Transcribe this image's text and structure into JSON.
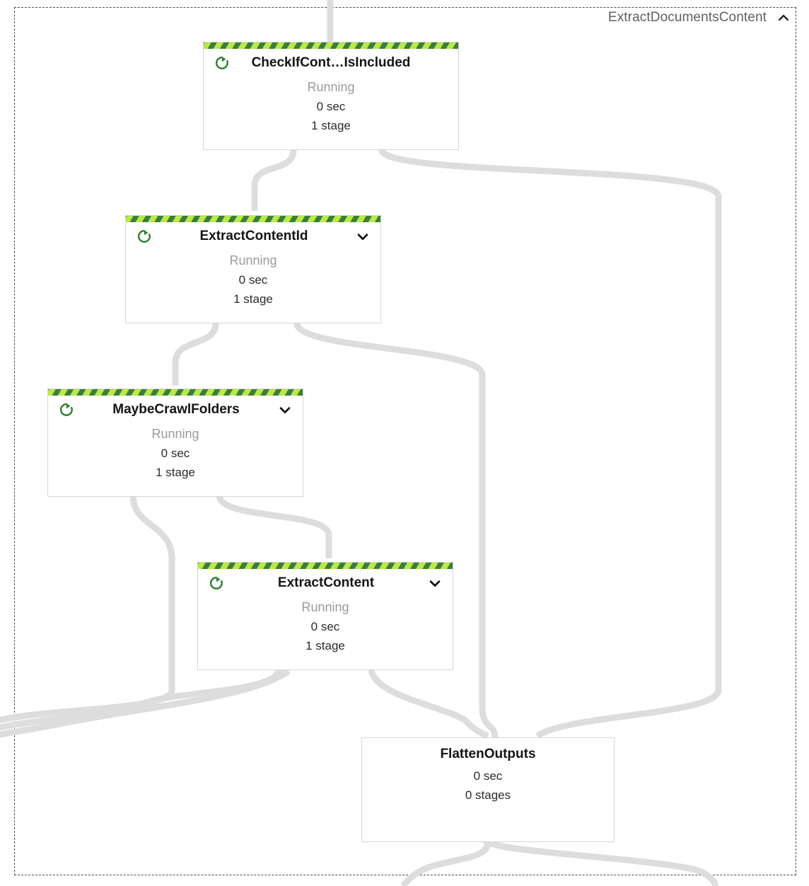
{
  "group": {
    "title": "ExtractDocumentsContent",
    "collapse_icon": "chevron-up-icon"
  },
  "nodes": [
    {
      "id": "check-if-content-is-included",
      "title": "CheckIfCont…IsIncluded",
      "status": "Running",
      "duration": "0 sec",
      "stages": "1 stage",
      "icon": "running-circle-arrow-icon",
      "has_chevron": false,
      "has_stripe": true
    },
    {
      "id": "extract-content-id",
      "title": "ExtractContentId",
      "status": "Running",
      "duration": "0 sec",
      "stages": "1 stage",
      "icon": "running-circle-arrow-icon",
      "has_chevron": true,
      "has_stripe": true
    },
    {
      "id": "maybe-crawl-folders",
      "title": "MaybeCrawlFolders",
      "status": "Running",
      "duration": "0 sec",
      "stages": "1 stage",
      "icon": "running-circle-arrow-icon",
      "has_chevron": true,
      "has_stripe": true
    },
    {
      "id": "extract-content",
      "title": "ExtractContent",
      "status": "Running",
      "duration": "0 sec",
      "stages": "1 stage",
      "icon": "running-circle-arrow-icon",
      "has_chevron": true,
      "has_stripe": true
    },
    {
      "id": "flatten-outputs",
      "title": "FlattenOutputs",
      "status": "",
      "duration": "0 sec",
      "stages": "0 stages",
      "icon": "",
      "has_chevron": false,
      "has_stripe": false
    }
  ],
  "colors": {
    "stripe_light": "#b9e84b",
    "stripe_dark": "#3c7d3c",
    "running_icon": "#2e7d32",
    "edge": "#dddddd",
    "node_border": "#d6d6d6",
    "group_border": "#4a4a4a",
    "status_text": "#9b9b9b",
    "title_text": "#141414",
    "group_title_text": "#5f5f5f"
  }
}
